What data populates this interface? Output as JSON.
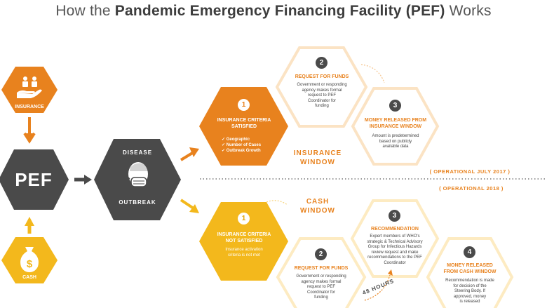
{
  "title": {
    "prefix": "How the ",
    "bold": "Pandemic Emergency Financing Facility (PEF)",
    "suffix": " Works"
  },
  "left": {
    "insurance_label": "INSURANCE",
    "pef_label": "PEF",
    "cash_label": "CASH"
  },
  "disease": {
    "line1": "DISEASE",
    "line2": "OUTBREAK"
  },
  "insurance_window": {
    "label_line1": "INSURANCE",
    "label_line2": "WINDOW",
    "operational": "( OPERATIONAL JULY 2017 )",
    "step1": {
      "num": "1",
      "title_line1": "INSURANCE CRITERIA",
      "title_line2": "SATISFIED",
      "criteria": [
        "✓ Geographic",
        "✓ Number of Cases",
        "✓ Outbreak Growth"
      ]
    },
    "step2": {
      "num": "2",
      "title": "REQUEST FOR FUNDS",
      "text": [
        "Government or responding",
        "agency makes formal",
        "request to PEF",
        "Coordinator for",
        "funding"
      ]
    },
    "step3": {
      "num": "3",
      "title_line1": "MONEY RELEASED FROM",
      "title_line2": "INSURANCE WINDOW",
      "text": [
        "Amount is predetermined",
        "based on publicly",
        "available data"
      ]
    }
  },
  "cash_window": {
    "operational": "( OPERATIONAL 2018 )",
    "label_line1": "CASH",
    "label_line2": "WINDOW",
    "step1": {
      "num": "1",
      "title_line1": "INSURANCE CRITERIA",
      "title_line2": "NOT SATISFIED",
      "text": [
        "Insurance activation",
        "criteria is not met"
      ]
    },
    "step2": {
      "num": "2",
      "title": "REQUEST FOR FUNDS",
      "text": [
        "Government or responding",
        "agency makes formal",
        "request to PEF",
        "Coordinator for",
        "funding"
      ]
    },
    "step3": {
      "num": "3",
      "title": "RECOMMENDATION",
      "text": [
        "Expert members of WHO's",
        "strategic & Technical Advisory",
        "Group for Infectious Hazards",
        "review request and make",
        "recommendations to the PEF",
        "Coordinator"
      ]
    },
    "step4": {
      "num": "4",
      "title_line1": "MONEY RELEASED",
      "title_line2": "FROM CASH WINDOW",
      "text": [
        "Recommendation is made",
        "for decision of the",
        "Steering Body. If",
        "approved, money",
        "is released"
      ]
    },
    "hours": "48 HOURS"
  },
  "colors": {
    "orange": "#e8821e",
    "yellow": "#f3b81c",
    "dark": "#4a4a4a",
    "light_border": "#fbe3c4"
  }
}
